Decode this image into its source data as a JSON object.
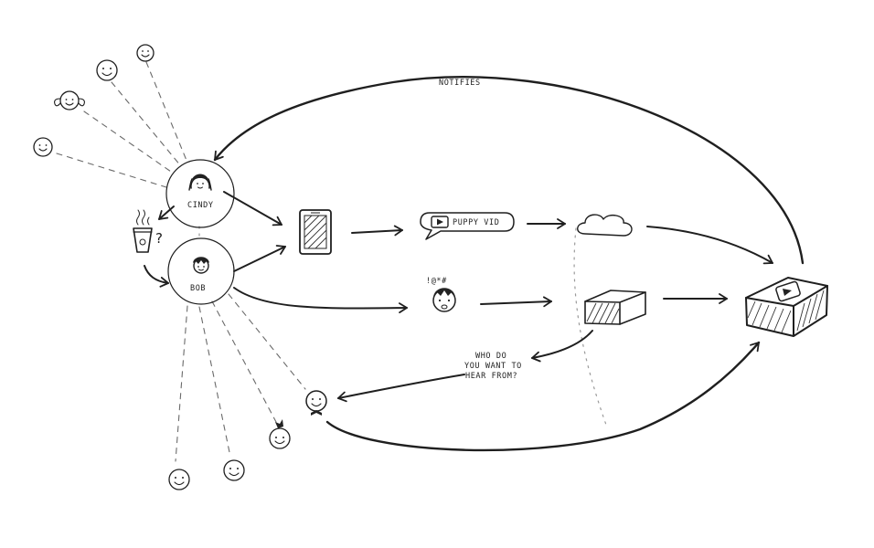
{
  "diagram": {
    "edge_label_top": "NOTIFIES",
    "persons": [
      {
        "id": "cindy",
        "label": "CINDY"
      },
      {
        "id": "bob",
        "label": "BOB"
      }
    ],
    "message_bubble": {
      "text": "PUPPY VID"
    },
    "coffee_mark": "?",
    "bob_reaction_symbols": "!@*#",
    "question": {
      "line1": "WHO DO",
      "line2": "YOU WANT TO",
      "line3": "HEAR FROM?"
    },
    "icons": [
      "smiley-icon",
      "coffee-cup-icon",
      "smartphone-icon",
      "speech-bubble-icon",
      "cloud-icon",
      "box-icon",
      "device-box-icon"
    ]
  }
}
